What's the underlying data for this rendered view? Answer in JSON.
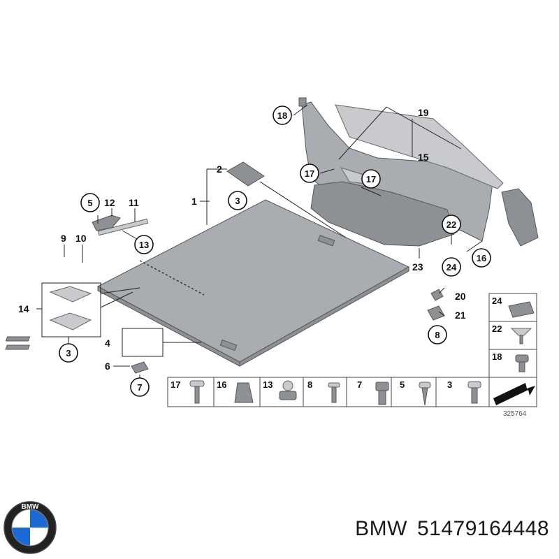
{
  "callouts": {
    "c18": "18",
    "c19": "19",
    "c15": "15",
    "c17a": "17",
    "c17b": "17",
    "c2": "2",
    "c3a": "3",
    "c1": "1",
    "c5": "5",
    "c12": "12",
    "c11": "11",
    "c13": "13",
    "c9": "9",
    "c10": "10",
    "c22": "22",
    "c24": "24",
    "c16": "16",
    "c23": "23",
    "c20": "20",
    "c21": "21",
    "c8": "8",
    "c14": "14",
    "c3b": "3",
    "c4": "4",
    "c6": "6",
    "c7": "7"
  },
  "side_table": [
    "24",
    "22",
    "18"
  ],
  "bottom_table": [
    "17",
    "16",
    "13",
    "8",
    "7",
    "5",
    "3"
  ],
  "ref_number": "325764",
  "brand": "BMW",
  "part_number": "51479164448",
  "logo_text": "BMW",
  "colors": {
    "part": "#a9acb0",
    "logo_blue": "#1c69d4"
  }
}
